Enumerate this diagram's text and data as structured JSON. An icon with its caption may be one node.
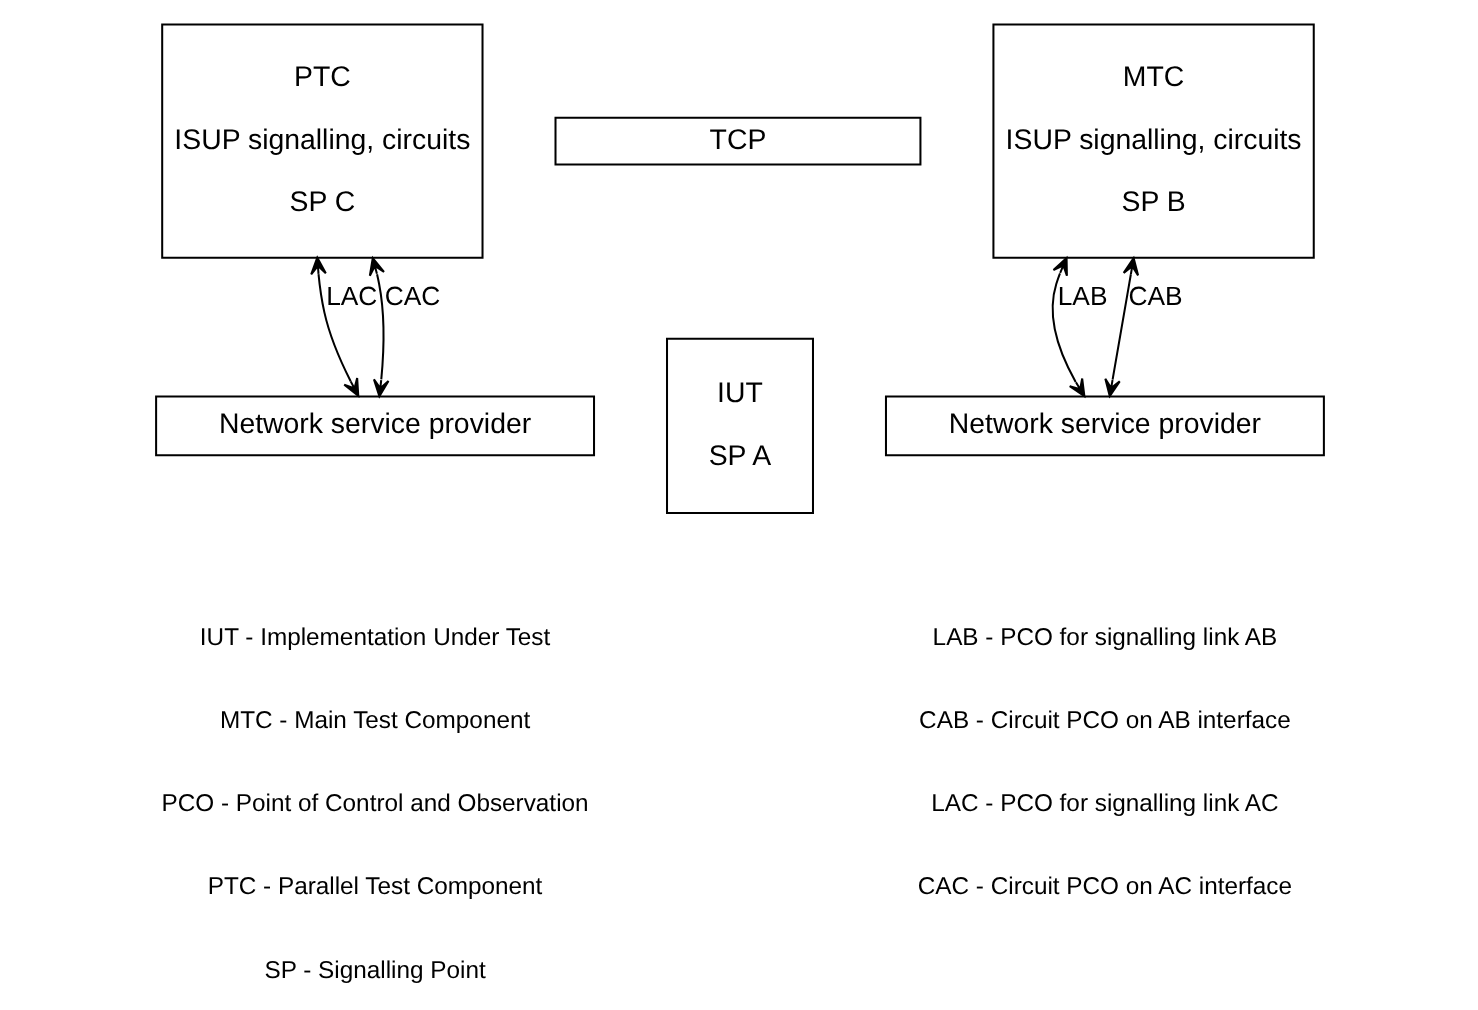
{
  "diagram": {
    "nodes": [
      {
        "text": [
          "TCP"
        ]
      },
      {
        "text": [
          "PTC",
          "ISUP signalling, circuits",
          "SP C"
        ]
      },
      {
        "text": [
          "IUT",
          "SP A"
        ]
      },
      {
        "text": [
          "MTC",
          "ISUP signalling, circuits",
          "SP B"
        ]
      },
      {
        "text": [
          "Network service provider"
        ]
      },
      {
        "text": [
          "Network service provider"
        ]
      }
    ],
    "edges": [
      {
        "from": 1,
        "to": 4,
        "arrow": "both",
        "label": "LAC"
      },
      {
        "from": 1,
        "to": 4,
        "arrow": "both",
        "label": "CAC"
      },
      {
        "from": 3,
        "to": 5,
        "arrow": "both",
        "label": "LAB"
      },
      {
        "from": 3,
        "to": 5,
        "arrow": "both",
        "label": "CAB"
      }
    ],
    "labels": [
      "IUT - Implementation Under Test",
      "MTC - Main Test Component",
      "PCO - Point of Control and Observation",
      "PTC - Parallel Test Component",
      "SP - Signalling Point",
      "LAB - PCO for signalling link AB",
      "CAB - Circuit PCO on AB interface",
      "LAC - PCO for signalling link AC",
      "CAC - Circuit PCO on AC interface"
    ]
  }
}
